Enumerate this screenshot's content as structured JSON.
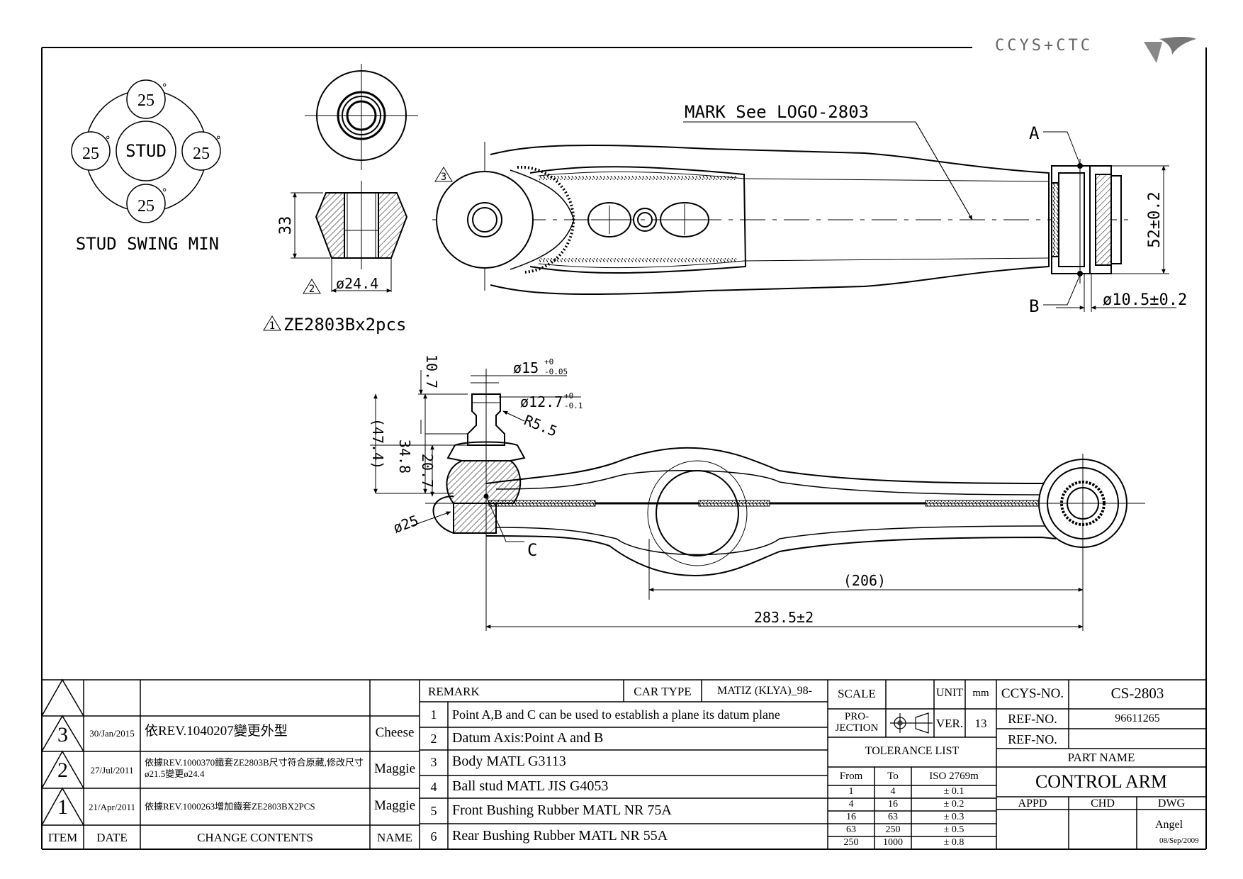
{
  "logo": {
    "text": "CCYS+CTC"
  },
  "stud_diagram": {
    "angle_top": "25",
    "angle_left": "25",
    "angle_right": "25",
    "angle_bottom": "25",
    "degree": "°",
    "center": "STUD",
    "caption": "STUD SWING MIN"
  },
  "bushing_detail": {
    "height_dim": "33",
    "diameter_dim": "ø24.4",
    "rev_mark": "2",
    "rev_mark_ze": "1",
    "note": "ZE2803Bx2pcs"
  },
  "top_view": {
    "mark_note": "MARK See LOGO-2803",
    "point_a": "A",
    "point_b": "B",
    "rev_mark": "3",
    "dim_height": "52±0.2",
    "dim_hole": "ø10.5±0.2"
  },
  "side_view": {
    "dim_10_7": "10.7",
    "dim_15": "ø15",
    "dim_15_tol_upper": "+0",
    "dim_15_tol_lower": "-0.05",
    "dim_12_7": "ø12.7",
    "dim_12_7_tol_upper": "+0",
    "dim_12_7_tol_lower": "-0.1",
    "dim_r5_5": "R5.5",
    "dim_47_4": "(47.4)",
    "dim_34_8": "34.8",
    "dim_20_7": "20.7",
    "dim_25": "ø25",
    "point_c": "C",
    "dim_206": "(206)",
    "dim_283_5": "283.5±2"
  },
  "revision_table": {
    "rows": [
      {
        "item": "3",
        "date": "30/Jan/2015",
        "contents": "依REV.1040207變更外型",
        "name": "Cheese"
      },
      {
        "item": "2",
        "date": "27/Jul/2011",
        "contents": "依據REV.1000370鐵套ZE2803B尺寸符合原藏,修改尺寸ø21.5變更ø24.4",
        "name": "Maggie"
      },
      {
        "item": "1",
        "date": "21/Apr/2011",
        "contents": "依據REV.1000263增加鐵套ZE2803BX2PCS",
        "name": "Maggie"
      }
    ],
    "headers": {
      "item": "ITEM",
      "date": "DATE",
      "contents": "CHANGE CONTENTS",
      "name": "NAME"
    }
  },
  "remark_table": {
    "remark_label": "REMARK",
    "car_type_label": "CAR TYPE",
    "car_type_value": "MATIZ (KLYA)_98-",
    "rows": [
      {
        "no": "1",
        "text": "Point A,B and C can be used to establish a plane its datum plane"
      },
      {
        "no": "2",
        "text": "Datum Axis:Point A and B"
      },
      {
        "no": "3",
        "text": "Body MATL G3113"
      },
      {
        "no": "4",
        "text": "Ball stud MATL JIS G4053"
      },
      {
        "no": "5",
        "text": "Front Bushing Rubber MATL NR 75A"
      },
      {
        "no": "6",
        "text": "Rear Bushing Rubber MATL NR 55A"
      }
    ]
  },
  "scale_block": {
    "scale_label": "SCALE",
    "unit_label": "UNIT",
    "unit_value": "mm",
    "projection_label_1": "PRO-",
    "projection_label_2": "JECTION",
    "ver_label": "VER.",
    "ver_value": "13",
    "tolerance_title": "TOLERANCE LIST",
    "tol_headers": {
      "from": "From",
      "to": "To",
      "iso": "ISO 2769m"
    },
    "tol_rows": [
      {
        "from": "1",
        "to": "4",
        "tol": "± 0.1"
      },
      {
        "from": "4",
        "to": "16",
        "tol": "± 0.2"
      },
      {
        "from": "16",
        "to": "63",
        "tol": "± 0.3"
      },
      {
        "from": "63",
        "to": "250",
        "tol": "± 0.5"
      },
      {
        "from": "250",
        "to": "1000",
        "tol": "± 0.8"
      }
    ]
  },
  "title_block": {
    "ccys_label": "CCYS-NO.",
    "ccys_value": "CS-2803",
    "ref1_label": "REF-NO.",
    "ref1_value": "96611265",
    "ref2_label": "REF-NO.",
    "ref2_value": "",
    "part_name_label": "PART NAME",
    "part_name": "CONTROL ARM",
    "appd_label": "APPD",
    "chd_label": "CHD",
    "dwg_label": "DWG",
    "dwg_name": "Angel",
    "dwg_date": "08/Sep/2009"
  }
}
